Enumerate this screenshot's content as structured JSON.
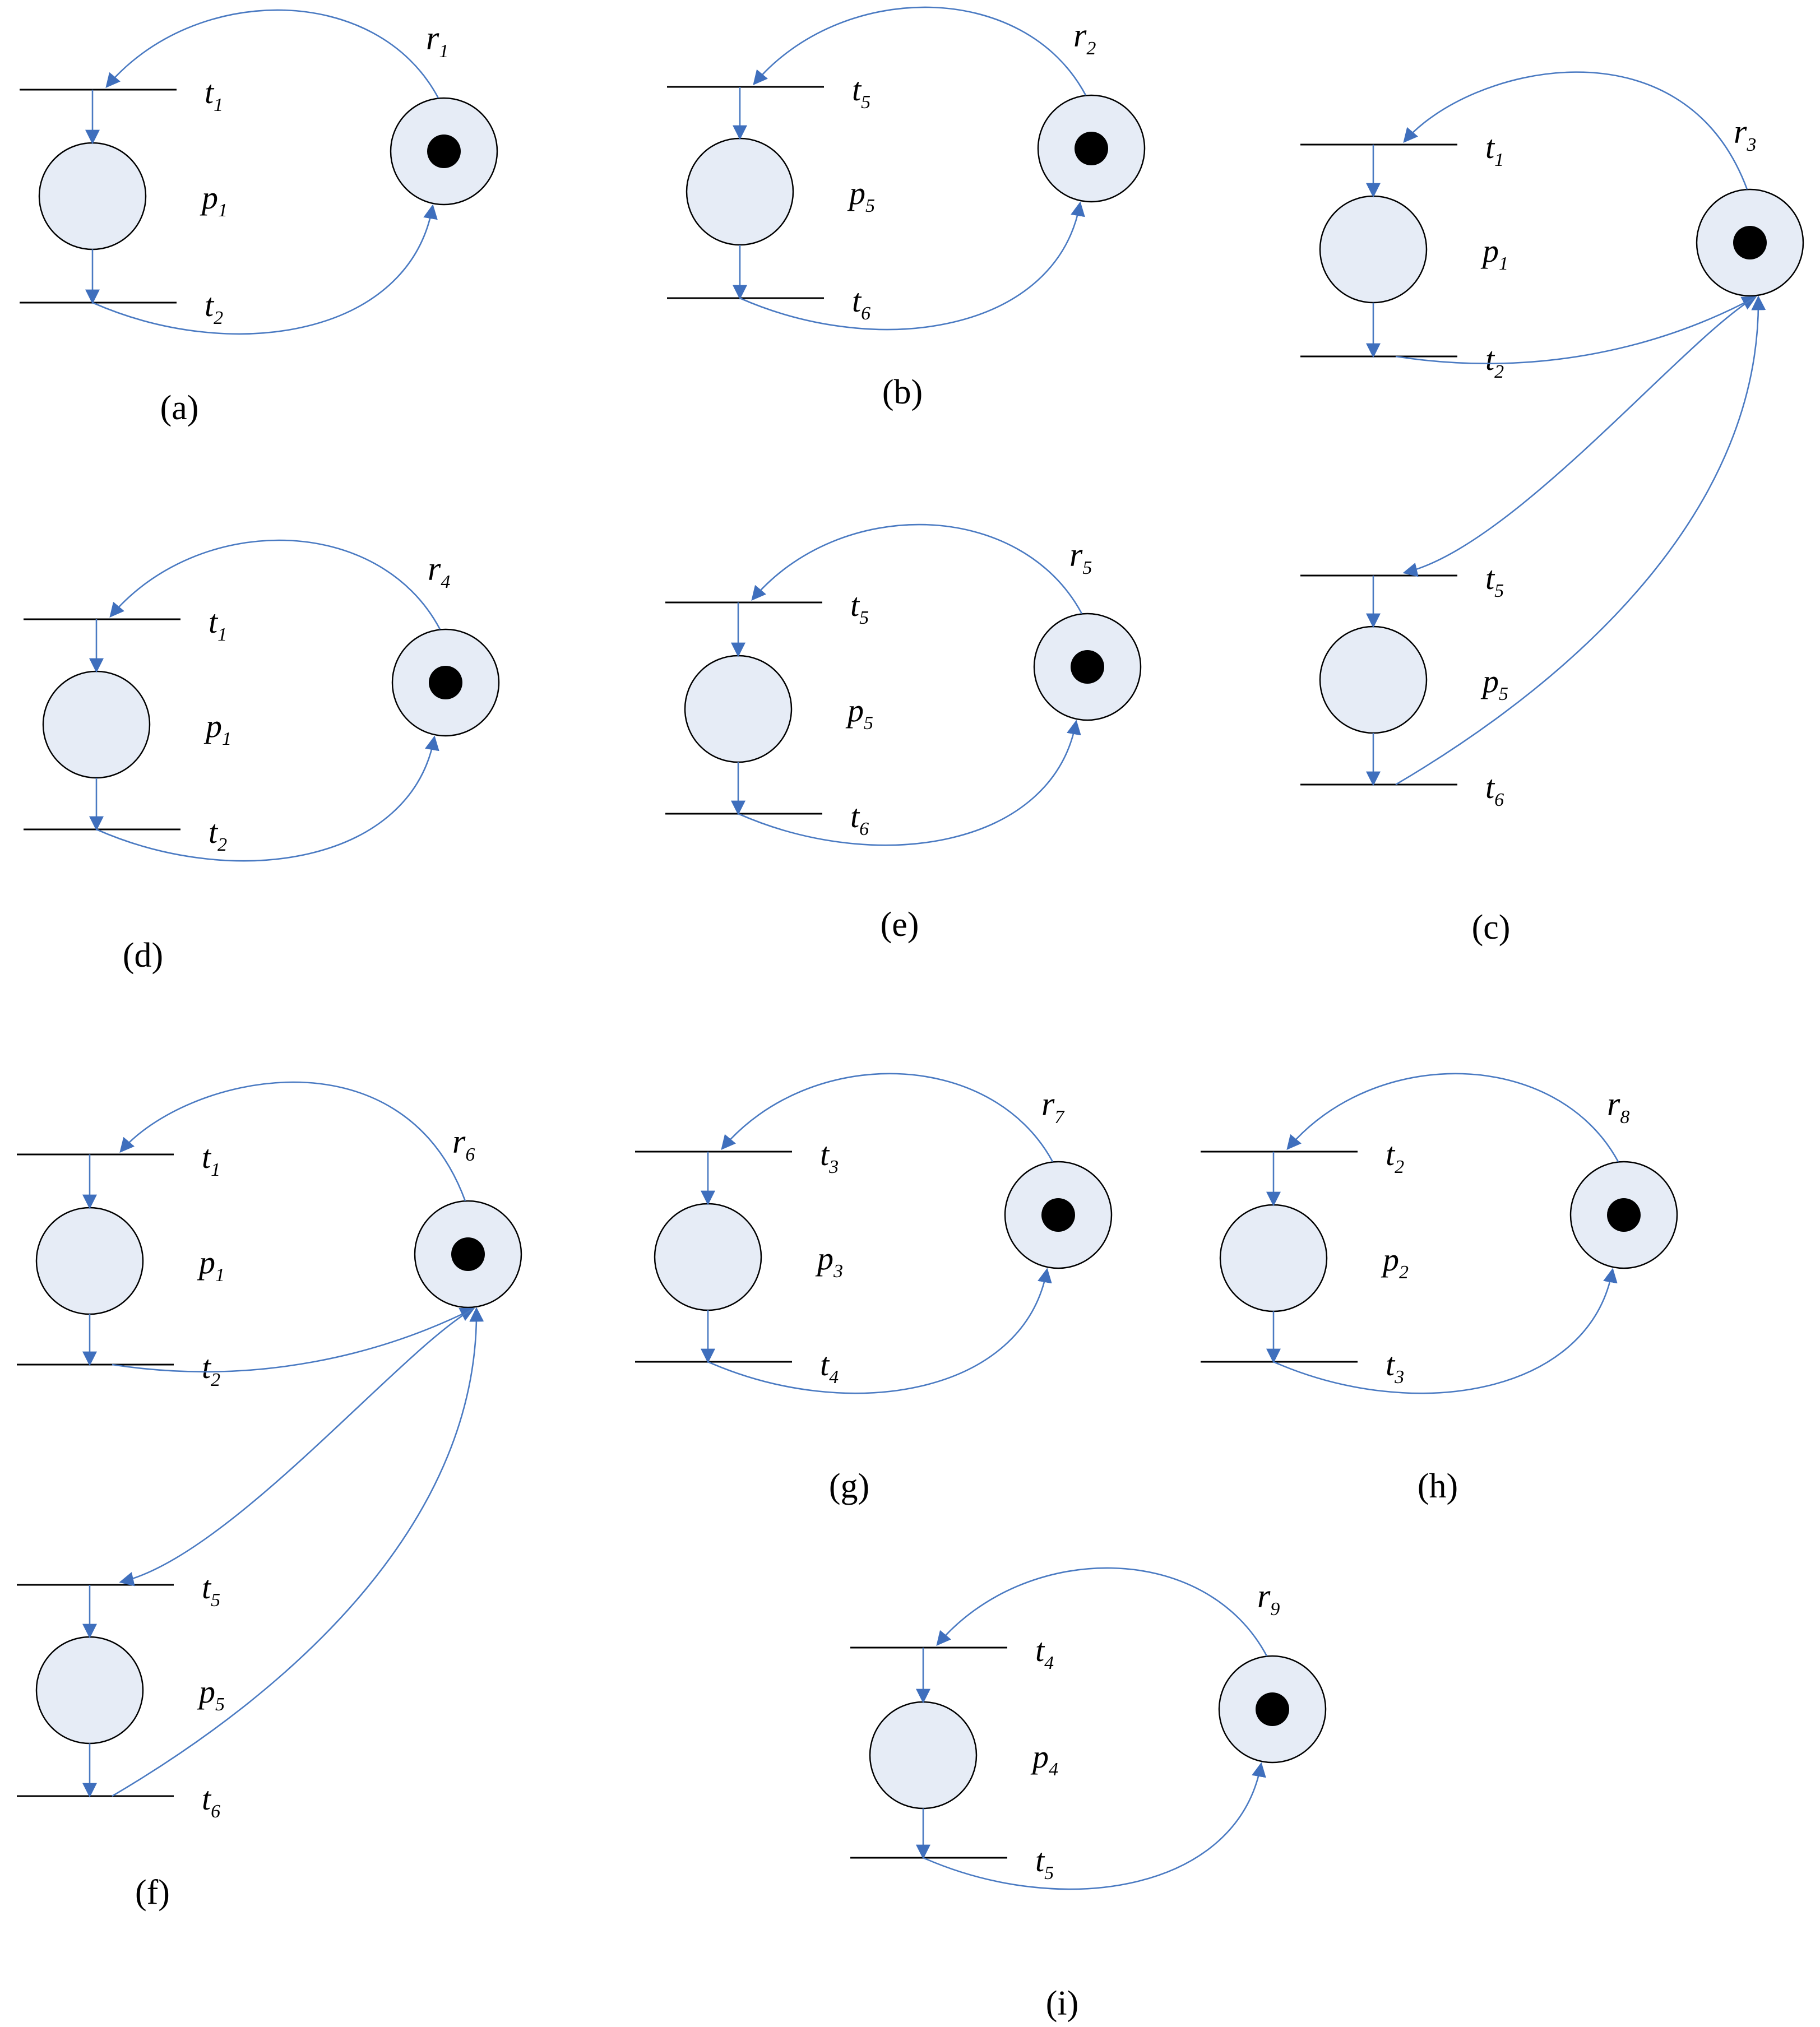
{
  "colors": {
    "place_fill": "#e6ecf6",
    "arc": "#4a7ac2",
    "arrowhead": "#3f6fbd",
    "ink": "#000000"
  },
  "nets": [
    {
      "id": "a",
      "caption": "(a)",
      "resource": {
        "letter": "r",
        "sub": "1",
        "tokens": 1
      },
      "stages": [
        {
          "place": {
            "letter": "p",
            "sub": "1"
          },
          "in": {
            "letter": "t",
            "sub": "1"
          },
          "out": {
            "letter": "t",
            "sub": "2"
          }
        }
      ]
    },
    {
      "id": "b",
      "caption": "(b)",
      "resource": {
        "letter": "r",
        "sub": "2",
        "tokens": 1
      },
      "stages": [
        {
          "place": {
            "letter": "p",
            "sub": "5"
          },
          "in": {
            "letter": "t",
            "sub": "5"
          },
          "out": {
            "letter": "t",
            "sub": "6"
          }
        }
      ]
    },
    {
      "id": "c",
      "caption": "(c)",
      "resource": {
        "letter": "r",
        "sub": "3",
        "tokens": 1
      },
      "stages": [
        {
          "place": {
            "letter": "p",
            "sub": "1"
          },
          "in": {
            "letter": "t",
            "sub": "1"
          },
          "out": {
            "letter": "t",
            "sub": "2"
          }
        },
        {
          "place": {
            "letter": "p",
            "sub": "5"
          },
          "in": {
            "letter": "t",
            "sub": "5"
          },
          "out": {
            "letter": "t",
            "sub": "6"
          }
        }
      ]
    },
    {
      "id": "d",
      "caption": "(d)",
      "resource": {
        "letter": "r",
        "sub": "4",
        "tokens": 1
      },
      "stages": [
        {
          "place": {
            "letter": "p",
            "sub": "1"
          },
          "in": {
            "letter": "t",
            "sub": "1"
          },
          "out": {
            "letter": "t",
            "sub": "2"
          }
        }
      ]
    },
    {
      "id": "e",
      "caption": "(e)",
      "resource": {
        "letter": "r",
        "sub": "5",
        "tokens": 1
      },
      "stages": [
        {
          "place": {
            "letter": "p",
            "sub": "5"
          },
          "in": {
            "letter": "t",
            "sub": "5"
          },
          "out": {
            "letter": "t",
            "sub": "6"
          }
        }
      ]
    },
    {
      "id": "f",
      "caption": "(f)",
      "resource": {
        "letter": "r",
        "sub": "6",
        "tokens": 1
      },
      "stages": [
        {
          "place": {
            "letter": "p",
            "sub": "1"
          },
          "in": {
            "letter": "t",
            "sub": "1"
          },
          "out": {
            "letter": "t",
            "sub": "2"
          }
        },
        {
          "place": {
            "letter": "p",
            "sub": "5"
          },
          "in": {
            "letter": "t",
            "sub": "5"
          },
          "out": {
            "letter": "t",
            "sub": "6"
          }
        }
      ]
    },
    {
      "id": "g",
      "caption": "(g)",
      "resource": {
        "letter": "r",
        "sub": "7",
        "tokens": 1
      },
      "stages": [
        {
          "place": {
            "letter": "p",
            "sub": "3"
          },
          "in": {
            "letter": "t",
            "sub": "3"
          },
          "out": {
            "letter": "t",
            "sub": "4"
          }
        }
      ]
    },
    {
      "id": "h",
      "caption": "(h)",
      "resource": {
        "letter": "r",
        "sub": "8",
        "tokens": 1
      },
      "stages": [
        {
          "place": {
            "letter": "p",
            "sub": "2"
          },
          "in": {
            "letter": "t",
            "sub": "2"
          },
          "out": {
            "letter": "t",
            "sub": "3"
          }
        }
      ]
    },
    {
      "id": "i",
      "caption": "(i)",
      "resource": {
        "letter": "r",
        "sub": "9",
        "tokens": 1
      },
      "stages": [
        {
          "place": {
            "letter": "p",
            "sub": "4"
          },
          "in": {
            "letter": "t",
            "sub": "4"
          },
          "out": {
            "letter": "t",
            "sub": "5"
          }
        }
      ]
    }
  ]
}
